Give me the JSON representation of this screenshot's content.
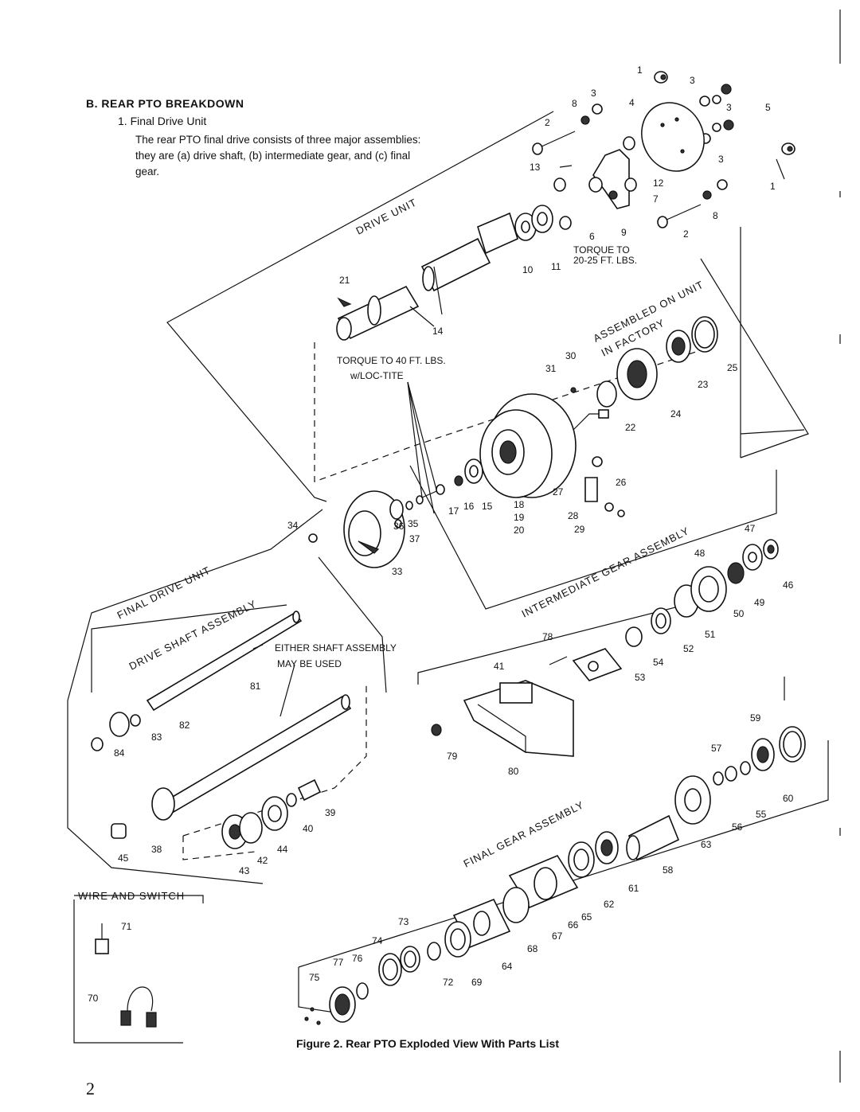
{
  "header": {
    "section": "B.   REAR PTO BREAKDOWN",
    "subsection": "1.  Final Drive Unit",
    "paragraph": "The rear PTO final drive consists of three major assemblies: they are (a) drive shaft, (b) intermediate gear, and (c) final gear."
  },
  "sections": {
    "drive_unit": "DRIVE UNIT",
    "assembled": "ASSEMBLED ON UNIT",
    "in_factory": "IN FACTORY",
    "final_drive_unit": "FINAL DRIVE UNIT",
    "drive_shaft_assembly": "DRIVE SHAFT ASSEMBLY",
    "intermediate_gear_assembly": "INTERMEDIATE GEAR ASSEMBLY",
    "final_gear_assembly": "FINAL GEAR ASSEMBLY",
    "wire_and_switch": "WIRE AND SWITCH"
  },
  "notes": {
    "torque_1_line1": "TORQUE TO",
    "torque_1_line2": "20-25 FT. LBS.",
    "torque_2_line1": "TORQUE TO 40 FT. LBS.",
    "torque_2_line2": "w/LOC-TITE",
    "either_line1": "EITHER SHAFT ASSEMBLY",
    "either_line2": "MAY BE USED"
  },
  "part_numbers": [
    "1",
    "1",
    "2",
    "2",
    "3",
    "3",
    "3",
    "3",
    "4",
    "5",
    "6",
    "7",
    "8",
    "8",
    "9",
    "10",
    "11",
    "12",
    "13",
    "14",
    "15",
    "16",
    "17",
    "18",
    "19",
    "20",
    "21",
    "22",
    "23",
    "24",
    "25",
    "26",
    "27",
    "28",
    "29",
    "30",
    "31",
    "33",
    "34",
    "35",
    "36",
    "37",
    "38",
    "39",
    "40",
    "41",
    "42",
    "43",
    "44",
    "45",
    "46",
    "47",
    "48",
    "49",
    "50",
    "51",
    "52",
    "53",
    "54",
    "55",
    "56",
    "57",
    "58",
    "59",
    "60",
    "61",
    "62",
    "63",
    "64",
    "65",
    "66",
    "67",
    "68",
    "69",
    "70",
    "71",
    "72",
    "73",
    "74",
    "75",
    "76",
    "77",
    "78",
    "79",
    "80",
    "81",
    "82",
    "83",
    "84"
  ],
  "caption": "Figure 2.  Rear PTO Exploded View With Parts List",
  "page_number": "2"
}
